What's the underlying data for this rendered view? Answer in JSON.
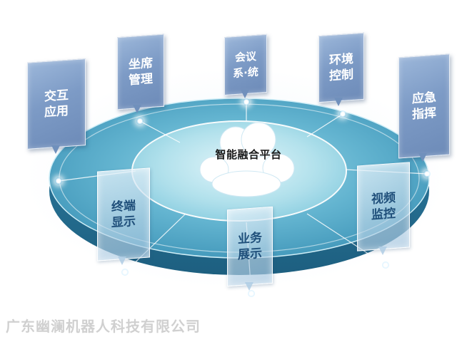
{
  "diagram": {
    "center_label": "智能融合平台",
    "modules": [
      {
        "id": "interactive-app",
        "label": "交互\n应用",
        "style": "solid"
      },
      {
        "id": "seat-management",
        "label": "坐席\n管理",
        "style": "solid"
      },
      {
        "id": "conference-system",
        "label": "会议\n系·统",
        "style": "solid"
      },
      {
        "id": "environment-control",
        "label": "环境\n控制",
        "style": "solid"
      },
      {
        "id": "emergency-command",
        "label": "应急\n指挥",
        "style": "solid"
      },
      {
        "id": "video-monitoring",
        "label": "视频\n监控",
        "style": "glass"
      },
      {
        "id": "business-display",
        "label": "业务\n展示",
        "style": "glass"
      },
      {
        "id": "terminal-display",
        "label": "终端\n显示",
        "style": "glass"
      }
    ],
    "colors": {
      "disc_outer": "#3b8fb0",
      "disc_top": "#5fb2cf",
      "disc_inner": "#8fd3e4",
      "tag_solid": "#7d9bc6",
      "tag_glass": "#c6dceb"
    }
  },
  "watermark": "广东幽澜机器人科技有限公司"
}
